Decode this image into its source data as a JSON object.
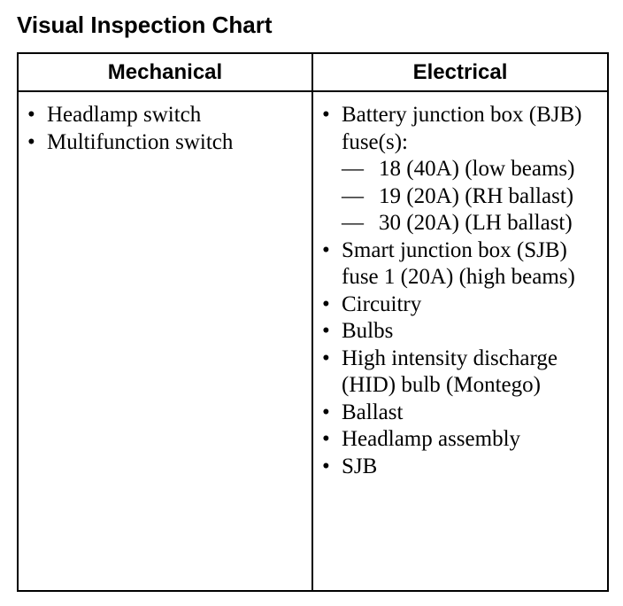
{
  "title": "Visual Inspection Chart",
  "columns": [
    "Mechanical",
    "Electrical"
  ],
  "mechanical": [
    "Headlamp switch",
    "Multifunction switch"
  ],
  "electrical": [
    {
      "text": "Battery junction box (BJB) fuse(s):",
      "sub": [
        "18 (40A) (low beams)",
        "19 (20A) (RH ballast)",
        "30 (20A) (LH ballast)"
      ]
    },
    {
      "text": "Smart junction box (SJB) fuse 1 (20A) (high beams)"
    },
    {
      "text": "Circuitry"
    },
    {
      "text": "Bulbs"
    },
    {
      "text": "High intensity discharge (HID) bulb (Montego)"
    },
    {
      "text": "Ballast"
    },
    {
      "text": "Headlamp assembly"
    },
    {
      "text": "SJB"
    }
  ],
  "bullet_glyph": "•",
  "dash_glyph": "—"
}
